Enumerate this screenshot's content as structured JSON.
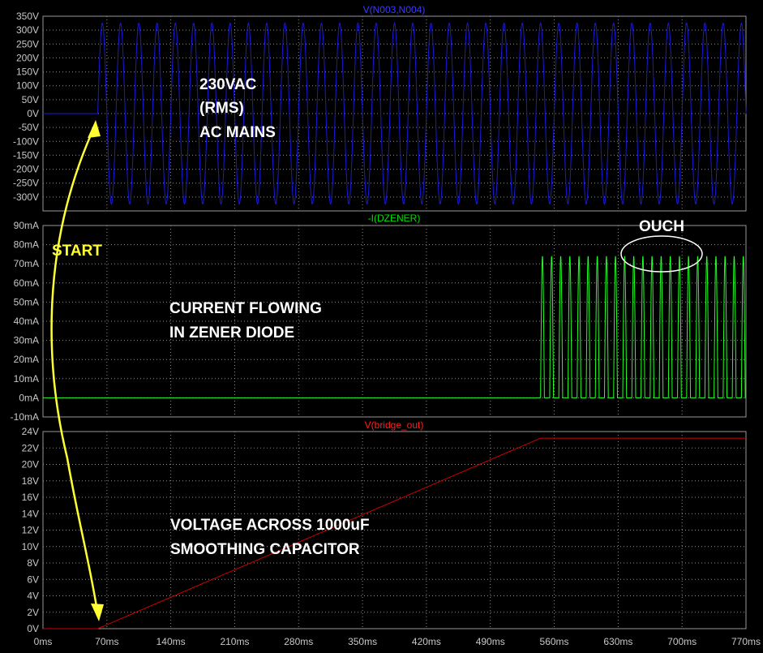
{
  "chart_data": [
    {
      "type": "line",
      "title": "V(N003,N004)",
      "title_color": "#3a3aff",
      "line_color": "#1a1ad8",
      "unit": "V",
      "x_unit": "ms",
      "xlim": [
        0,
        770
      ],
      "ylim": [
        -350,
        350
      ],
      "yticks": [
        -300,
        -250,
        -200,
        -150,
        -100,
        -50,
        0,
        50,
        100,
        150,
        200,
        250,
        300,
        350
      ],
      "ytick_labels": [
        "-300V",
        "-250V",
        "-200V",
        "-150V",
        "-100V",
        "-50V",
        "0V",
        "50V",
        "100V",
        "150V",
        "200V",
        "250V",
        "300V",
        "350V"
      ],
      "series": [
        {
          "kind": "sine",
          "start_ms": 60,
          "amplitude": 325,
          "frequency_hz": 50,
          "value_before_start": 0
        }
      ]
    },
    {
      "type": "line",
      "title": "-I(DZENER)",
      "title_color": "#00e000",
      "line_color": "#22ff22",
      "unit": "mA",
      "x_unit": "ms",
      "xlim": [
        0,
        770
      ],
      "ylim": [
        -10,
        90
      ],
      "yticks": [
        -10,
        0,
        10,
        20,
        30,
        40,
        50,
        60,
        70,
        80,
        90
      ],
      "ytick_labels": [
        "-10mA",
        "0mA",
        "10mA",
        "20mA",
        "30mA",
        "40mA",
        "50mA",
        "60mA",
        "70mA",
        "80mA",
        "90mA"
      ],
      "series": [
        {
          "kind": "pulses",
          "start_ms": 545,
          "peak": 74,
          "frequency_hz": 100,
          "baseline": 0
        }
      ]
    },
    {
      "type": "line",
      "title": "V(bridge_out)",
      "title_color": "#ff2020",
      "line_color": "#d00000",
      "unit": "V",
      "x_unit": "ms",
      "xlim": [
        0,
        770
      ],
      "ylim": [
        0,
        24
      ],
      "yticks": [
        0,
        2,
        4,
        6,
        8,
        10,
        12,
        14,
        16,
        18,
        20,
        22,
        24
      ],
      "ytick_labels": [
        "0V",
        "2V",
        "4V",
        "6V",
        "8V",
        "10V",
        "12V",
        "14V",
        "16V",
        "18V",
        "20V",
        "22V",
        "24V"
      ],
      "xticks": [
        0,
        70,
        140,
        210,
        280,
        350,
        420,
        490,
        560,
        630,
        700,
        770
      ],
      "xtick_labels": [
        "0ms",
        "70ms",
        "140ms",
        "210ms",
        "280ms",
        "350ms",
        "420ms",
        "490ms",
        "560ms",
        "630ms",
        "700ms",
        "770ms"
      ],
      "series": [
        {
          "kind": "points",
          "x": [
            0,
            60,
            545,
            770
          ],
          "y": [
            0,
            0,
            23.2,
            23.2
          ]
        }
      ]
    }
  ],
  "annotations": {
    "mains_line1": "230VAC",
    "mains_line2": "(RMS)",
    "mains_line3": "AC MAINS",
    "start": "START",
    "zener_line1": "CURRENT FLOWING",
    "zener_line2": "IN ZENER DIODE",
    "cap_line1": "VOLTAGE ACROSS 1000uF",
    "cap_line2": "SMOOTHING CAPACITOR",
    "ouch": "OUCH"
  },
  "colors": {
    "background": "#000000",
    "frame": "#9a9a9a",
    "grid": "#8c8c8c",
    "tick_text": "#c8c8c8",
    "annotation_white": "#ffffff",
    "annotation_yellow": "#ffff33"
  }
}
